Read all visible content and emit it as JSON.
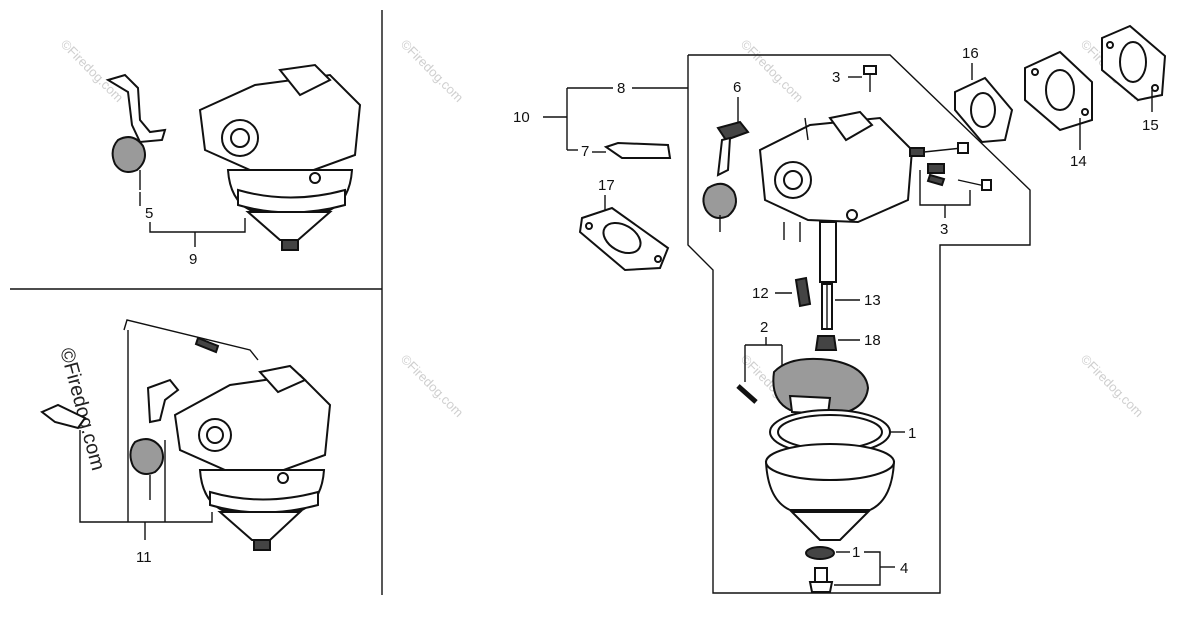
{
  "watermark": {
    "text": "©Firedog.com",
    "vertical_text": "©Firedog.com"
  },
  "callouts": {
    "n1": "1",
    "n1b": "1",
    "n2": "2",
    "n3a": "3",
    "n3b": "3",
    "n4": "4",
    "n5": "5",
    "n6": "6",
    "n7": "7",
    "n8": "8",
    "n9": "9",
    "n10": "10",
    "n11": "11",
    "n12": "12",
    "n13": "13",
    "n14": "14",
    "n15": "15",
    "n16": "16",
    "n17": "17",
    "n18": "18"
  },
  "colors": {
    "ink": "#111111",
    "watermark": "#cfcfcf",
    "bowl_fill": "#9a9a9a",
    "background": "#ffffff"
  }
}
